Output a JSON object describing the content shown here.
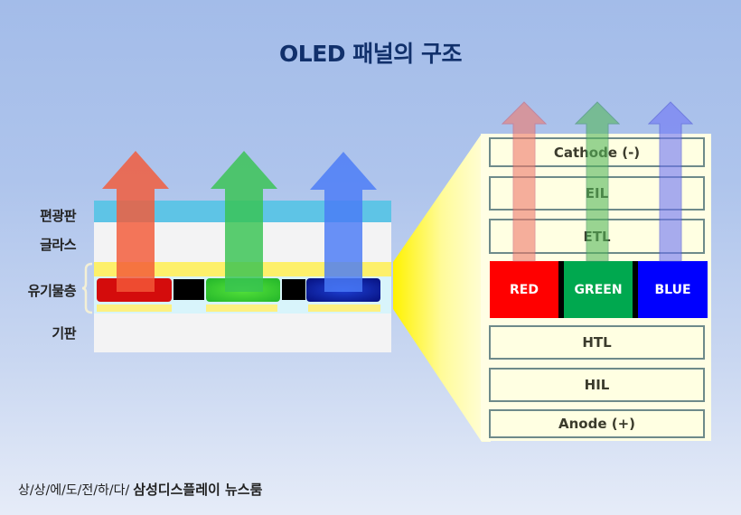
{
  "title": "OLED 패널의 구조",
  "left_stack": {
    "labels": [
      "편광판",
      "글라스",
      "유기물층",
      "기판"
    ],
    "colors": {
      "polarizer": "#5ec4e6",
      "glass": "#f3f3f4",
      "organic_band": "#fdf06a",
      "substrate": "#f3f3f4",
      "red_emitter": "#d40c0c",
      "green_emitter": "#2fc62a",
      "blue_emitter": "#0a1a9a",
      "separator": "#000000"
    },
    "arrows": [
      {
        "color": "#f0603c",
        "name": "red"
      },
      {
        "color": "#3cc45a",
        "name": "green"
      },
      {
        "color": "#4f7ff5",
        "name": "blue"
      }
    ]
  },
  "right_stack": {
    "layers": {
      "cathode": "Cathode (-)",
      "eil": "EIL",
      "etl": "ETL",
      "htl": "HTL",
      "hil": "HIL",
      "anode": "Anode (+)"
    },
    "emitters": [
      {
        "label": "RED",
        "color": "#ff0000"
      },
      {
        "label": "GREEN",
        "color": "#00a84f"
      },
      {
        "label": "BLUE",
        "color": "#0000ff"
      }
    ],
    "arrows": [
      {
        "color": "#e9808a",
        "name": "red"
      },
      {
        "color": "#5cae7a",
        "name": "green"
      },
      {
        "color": "#6f73ee",
        "name": "blue"
      }
    ]
  },
  "footer": {
    "prefix": "상/상/에/도/전/하/다/",
    "brand": "삼성디스플레이 뉴스룸"
  }
}
